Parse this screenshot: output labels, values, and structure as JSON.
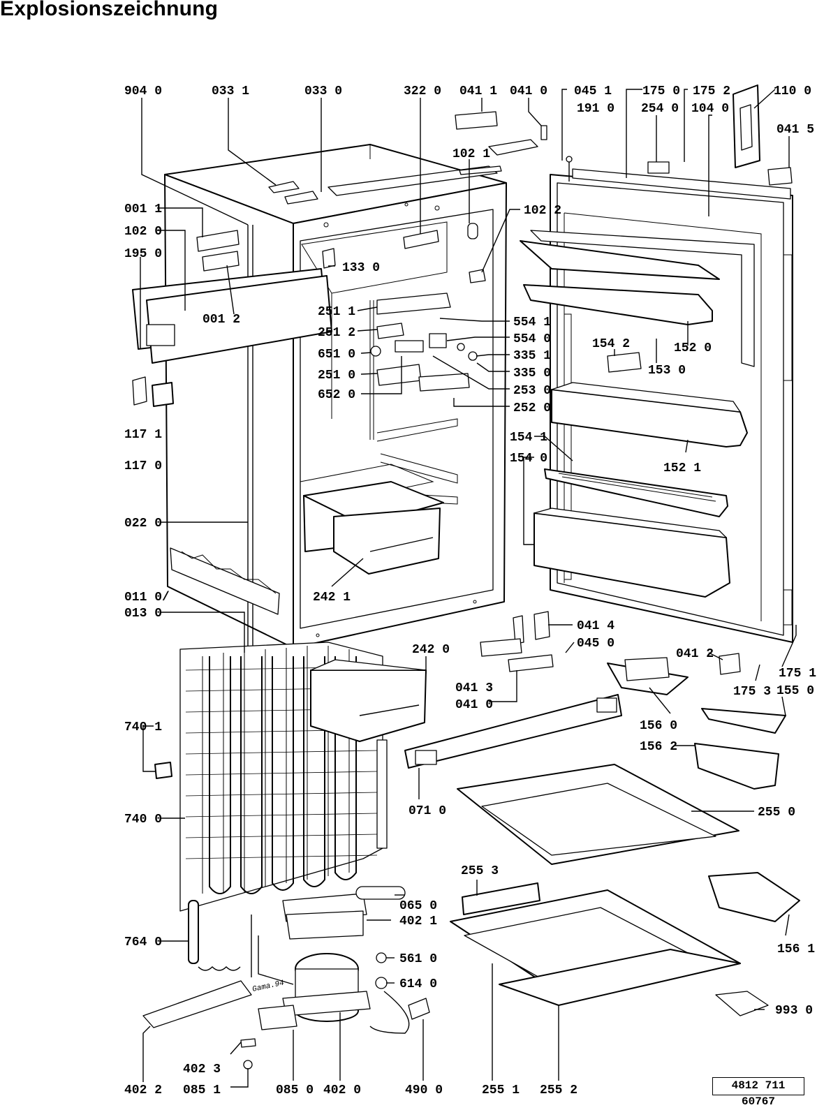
{
  "title": "Explosionszeichnung",
  "document_number": "4812 711 60767",
  "drawing_note": "Gama.94",
  "parts": [
    {
      "id": "p9040",
      "label": "904 0"
    },
    {
      "id": "p0331",
      "label": "033 1"
    },
    {
      "id": "p0330",
      "label": "033 0"
    },
    {
      "id": "p3220",
      "label": "322 0"
    },
    {
      "id": "p0411",
      "label": "041 1"
    },
    {
      "id": "p0410a",
      "label": "041 0"
    },
    {
      "id": "p0451",
      "label": "045 1"
    },
    {
      "id": "p1910",
      "label": "191 0"
    },
    {
      "id": "p1750",
      "label": "175 0"
    },
    {
      "id": "p2540",
      "label": "254 0"
    },
    {
      "id": "p1752",
      "label": "175 2"
    },
    {
      "id": "p1040",
      "label": "104 0"
    },
    {
      "id": "p1100",
      "label": "110 0"
    },
    {
      "id": "p0415",
      "label": "041 5"
    },
    {
      "id": "p1021",
      "label": "102 1"
    },
    {
      "id": "p0011",
      "label": "001 1"
    },
    {
      "id": "p1020",
      "label": "102 0"
    },
    {
      "id": "p1950",
      "label": "195 0"
    },
    {
      "id": "p1022",
      "label": "102 2"
    },
    {
      "id": "p1330",
      "label": "133 0"
    },
    {
      "id": "p0012",
      "label": "001 2"
    },
    {
      "id": "p2511",
      "label": "251 1"
    },
    {
      "id": "p5541",
      "label": "554 1"
    },
    {
      "id": "p2512",
      "label": "251 2"
    },
    {
      "id": "p5540",
      "label": "554 0"
    },
    {
      "id": "p1542",
      "label": "154 2"
    },
    {
      "id": "p1520",
      "label": "152 0"
    },
    {
      "id": "p6510",
      "label": "651 0"
    },
    {
      "id": "p3351",
      "label": "335 1"
    },
    {
      "id": "p1530",
      "label": "153 0"
    },
    {
      "id": "p2510",
      "label": "251 0"
    },
    {
      "id": "p3350",
      "label": "335 0"
    },
    {
      "id": "p2530",
      "label": "253 0"
    },
    {
      "id": "p6520",
      "label": "652 0"
    },
    {
      "id": "p2520",
      "label": "252 0"
    },
    {
      "id": "p1171",
      "label": "117 1"
    },
    {
      "id": "p1170",
      "label": "117 0"
    },
    {
      "id": "p1541",
      "label": "154 1"
    },
    {
      "id": "p1540",
      "label": "154 0"
    },
    {
      "id": "p1521",
      "label": "152 1"
    },
    {
      "id": "p0220",
      "label": "022 0"
    },
    {
      "id": "p2421",
      "label": "242 1"
    },
    {
      "id": "p0110",
      "label": "011 0/"
    },
    {
      "id": "p0130",
      "label": "013 0"
    },
    {
      "id": "p0414",
      "label": "041 4"
    },
    {
      "id": "p0450",
      "label": "045 0"
    },
    {
      "id": "p2420",
      "label": "242 0"
    },
    {
      "id": "p0412",
      "label": "041 2"
    },
    {
      "id": "p1751",
      "label": "175 1"
    },
    {
      "id": "p1753",
      "label": "175 3"
    },
    {
      "id": "p1550",
      "label": "155 0"
    },
    {
      "id": "p0413",
      "label": "041 3"
    },
    {
      "id": "p0410b",
      "label": "041 0"
    },
    {
      "id": "p1560",
      "label": "156 0"
    },
    {
      "id": "p7401",
      "label": "740 1"
    },
    {
      "id": "p1562",
      "label": "156 2"
    },
    {
      "id": "p0710",
      "label": "071 0"
    },
    {
      "id": "p2550",
      "label": "255 0"
    },
    {
      "id": "p7400",
      "label": "740 0"
    },
    {
      "id": "p2553",
      "label": "255 3"
    },
    {
      "id": "p0650",
      "label": "065 0"
    },
    {
      "id": "p4021",
      "label": "402 1"
    },
    {
      "id": "p7640",
      "label": "764 0"
    },
    {
      "id": "p1561",
      "label": "156 1"
    },
    {
      "id": "p5610",
      "label": "561 0"
    },
    {
      "id": "p6140",
      "label": "614 0"
    },
    {
      "id": "p9930",
      "label": "993 0"
    },
    {
      "id": "p4023",
      "label": "402 3"
    },
    {
      "id": "p4022",
      "label": "402 2"
    },
    {
      "id": "p0851",
      "label": "085 1"
    },
    {
      "id": "p0850",
      "label": "085 0"
    },
    {
      "id": "p4020",
      "label": "402 0"
    },
    {
      "id": "p4900",
      "label": "490 0"
    },
    {
      "id": "p2551",
      "label": "255 1"
    },
    {
      "id": "p2552",
      "label": "255 2"
    }
  ]
}
